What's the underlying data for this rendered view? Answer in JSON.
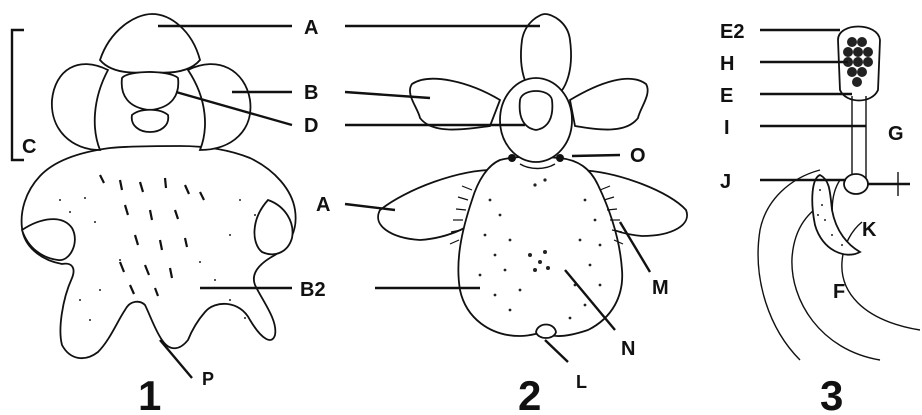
{
  "figures": [
    {
      "number": "1"
    },
    {
      "number": "2"
    },
    {
      "number": "3"
    }
  ],
  "labels": {
    "fig1": {
      "A": "A",
      "B": "B",
      "C": "C",
      "D": "D",
      "B2": "B2",
      "P": "P"
    },
    "fig2": {
      "O": "O",
      "M": "M",
      "N": "N",
      "L": "L"
    },
    "fig3": {
      "E2": "E2",
      "H": "H",
      "E": "E",
      "I": "I",
      "G": "G",
      "J": "J",
      "K": "K",
      "F": "F"
    }
  }
}
